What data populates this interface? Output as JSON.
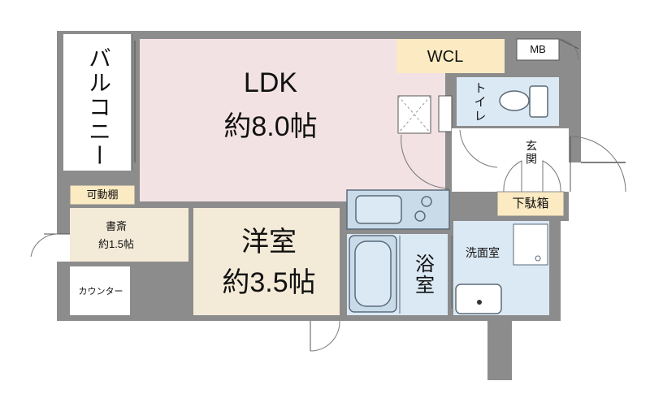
{
  "rooms": {
    "ldk": {
      "name": "LDK",
      "size": "約8.0帖",
      "color": "#f3e2e4"
    },
    "western": {
      "name": "洋室",
      "size": "約3.5帖",
      "color": "#f4ead8"
    },
    "study": {
      "name": "書斎",
      "size": "約1.5帖",
      "color": "#f4ead8"
    },
    "wcl": {
      "name": "WCL",
      "color": "#fbeac2"
    },
    "balcony": {
      "name": "バルコニー"
    },
    "movable_shelf": {
      "name": "可動棚",
      "color": "#fbeac2"
    },
    "counter": {
      "name": "カウンター"
    },
    "mb": {
      "name": "MB"
    },
    "toilet": {
      "name": "トイレ",
      "color": "#dbe9f4"
    },
    "entrance": {
      "name": "玄関"
    },
    "shoe_box": {
      "name": "下駄箱",
      "color": "#fbeac2"
    },
    "bathroom": {
      "name": "浴室",
      "color": "#dbe9f4"
    },
    "washroom": {
      "name": "洗面室",
      "color": "#dbe9f4"
    }
  },
  "colors": {
    "wall": "#8c8c8c",
    "fixture_blue": "#c9dbe9",
    "fixture_outline": "#5a6b78"
  }
}
